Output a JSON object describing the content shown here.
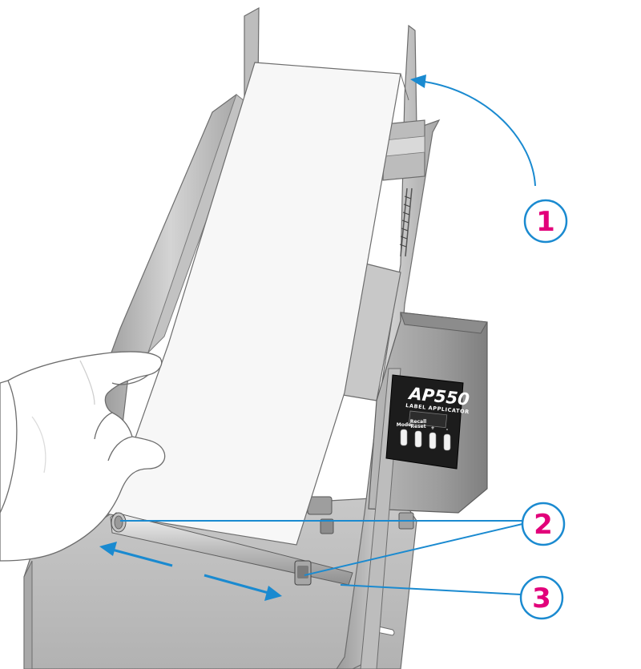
{
  "device": {
    "model": "AP550",
    "subtitle": "LABEL APPLICATOR",
    "buttons": [
      {
        "label": "Mode"
      },
      {
        "label": "Recall\nReset"
      },
      {
        "label": "+"
      },
      {
        "label": "-"
      }
    ]
  },
  "callouts": [
    {
      "number": "1",
      "target": "rear-label-guide"
    },
    {
      "number": "2",
      "target": "guide-collars"
    },
    {
      "number": "3",
      "target": "guide-rod"
    }
  ],
  "colors": {
    "leader_line": "#1a8ad0",
    "callout_ring": "#1a8ad0",
    "callout_number": "#e2007a",
    "panel_bg": "#1c1c1c",
    "panel_text": "#ffffff",
    "metal_light": "#d6d6d6",
    "metal_mid": "#b4b4b4",
    "metal_dark": "#8a8a8a",
    "paper": "#f7f7f7"
  },
  "icons": [
    "hand-icon",
    "double-arrow-icon"
  ]
}
